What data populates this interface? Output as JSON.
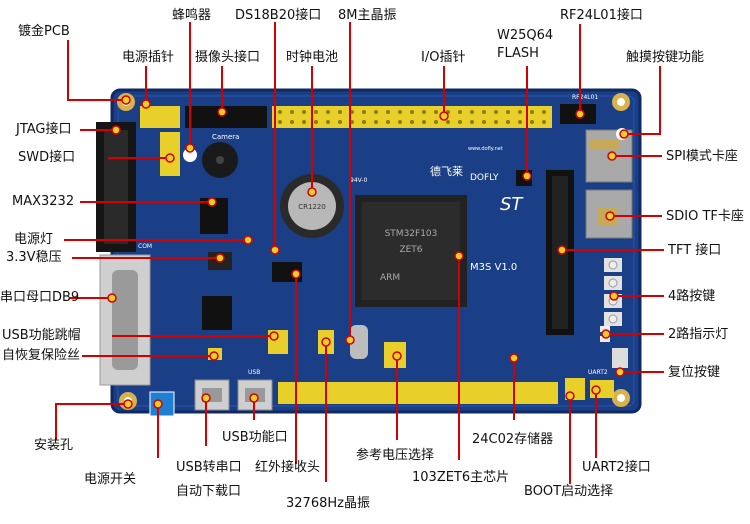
{
  "labels": {
    "gold_pcb": "镀金PCB",
    "power_header": "电源插针",
    "buzzer": "蜂鸣器",
    "camera_port": "摄像头接口",
    "ds18b20": "DS18B20接口",
    "clock_battery": "时钟电池",
    "crystal_8m": "8M主晶振",
    "io_header": "I/O插针",
    "w25q64_line1": "W25Q64",
    "w25q64_line2": "FLASH",
    "rf24l01": "RF24L01接口",
    "touch_key": "触摸按键功能",
    "jtag": "JTAG接口",
    "swd": "SWD接口",
    "max3232": "MAX3232",
    "power_led": "电源灯",
    "regulator": "3.3V稳压",
    "db9": "串口母口DB9",
    "usb_jumper": "USB功能跳帽",
    "fuse": "自恢复保险丝",
    "mount_hole": "安装孔",
    "power_switch": "电源开关",
    "usb_serial_line1": "USB转串口",
    "usb_serial_line2": "自动下载口",
    "usb_port": "USB功能口",
    "ir_receiver": "红外接收头",
    "crystal_32k": "32768Hz晶振",
    "vref_select": "参考电压选择",
    "main_chip": "103ZET6主芯片",
    "eeprom": "24C02存储器",
    "boot_select": "BOOT启动选择",
    "uart2": "UART2接口",
    "spi_card": "SPI模式卡座",
    "sdio_card": "SDIO TF卡座",
    "tft_port": "TFT 接口",
    "keys4": "4路按键",
    "leds2": "2路指示灯",
    "reset_key": "复位按键"
  },
  "silkscreen": {
    "brand_cn": "德飞莱",
    "brand_en": "DOFLY",
    "website": "www.dofly.net",
    "model": "M3S V1.0",
    "chip_lines": [
      "STM32F103",
      "ZET6",
      "ARM"
    ],
    "ul_code": "94V-0",
    "camera": "Camera",
    "rf_silk": "RF24L01",
    "uart_silk": "UART2",
    "com_silk": "COM",
    "usb_silk": "USB",
    "battery_silk": "CR1220"
  },
  "colors": {
    "pcb_blue": "#1b3f87",
    "pcb_edge": "#0e2a63",
    "header_yellow": "#e8cf2a",
    "leader_red": "#d40000",
    "gold": "#d8b24a"
  }
}
